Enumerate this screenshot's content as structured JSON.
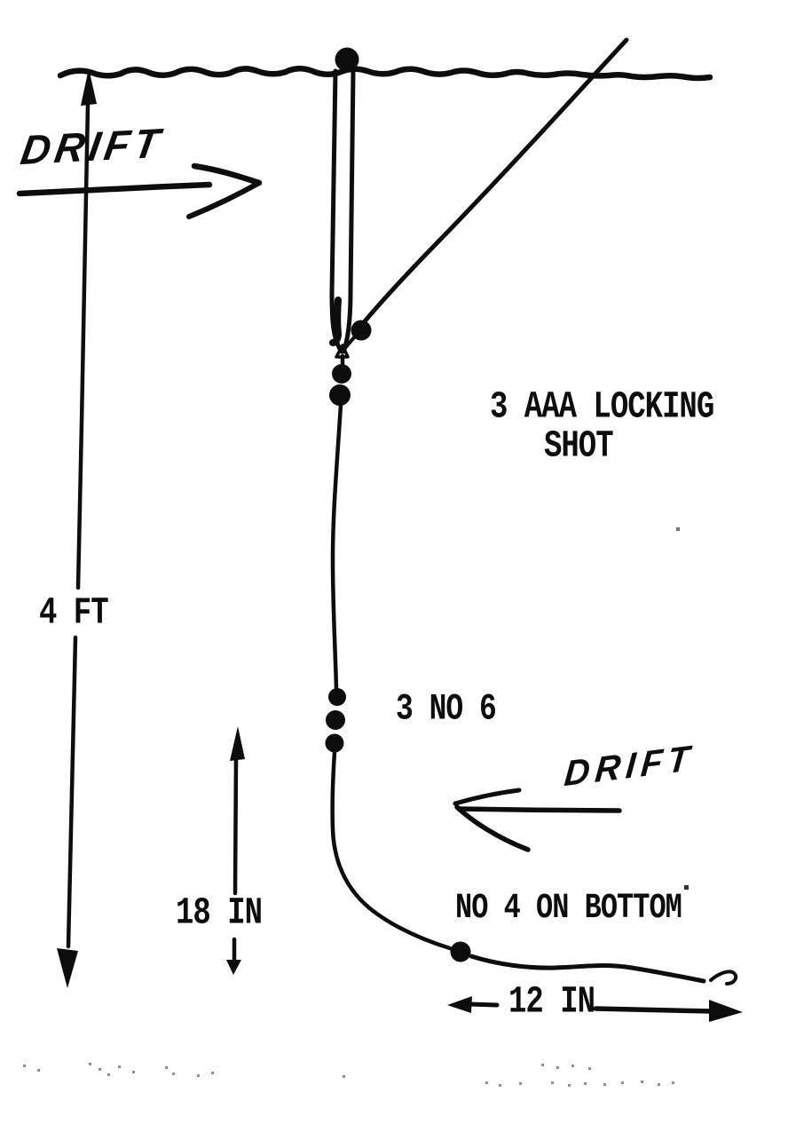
{
  "colors": {
    "ink": "#0d0d0d",
    "paper": "#ffffff",
    "speckle": "#8f8f8f"
  },
  "labels": {
    "drift_top": "DRIFT",
    "drift_bottom": "DRIFT",
    "locking_shot_line1": "3 AAA LOCKING",
    "locking_shot_line2": "SHOT",
    "depth": "4 FT",
    "mid_shot": "3 NO 6",
    "bottom_shot": "NO 4 ON BOTTOM",
    "shot_spacing": "18 IN",
    "hook_distance": "12 IN"
  },
  "figures": {
    "locking_shot_count": 3,
    "no6_shot_count": 3,
    "no4_shot_count": 1
  }
}
